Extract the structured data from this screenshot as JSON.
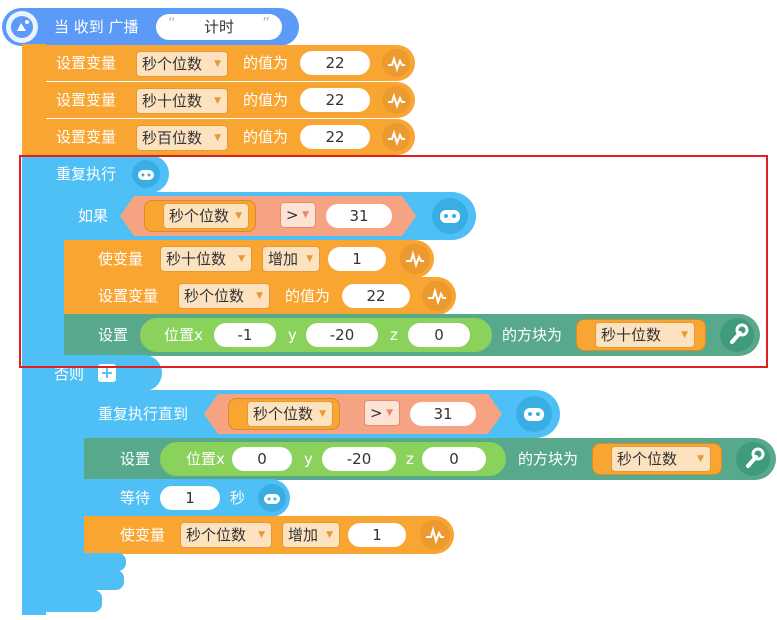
{
  "hat": {
    "label": "当 收到 广播",
    "message": "计时"
  },
  "blocks": {
    "set1": {
      "label": "设置变量",
      "var": "秒个位数",
      "mid": "的值为",
      "value": "22"
    },
    "set2": {
      "label": "设置变量",
      "var": "秒十位数",
      "mid": "的值为",
      "value": "22"
    },
    "set3": {
      "label": "设置变量",
      "var": "秒百位数",
      "mid": "的值为",
      "value": "22"
    }
  },
  "loop": {
    "label": "重复执行"
  },
  "if_block": {
    "label": "如果",
    "var": "秒个位数",
    "op": ">",
    "value": "31",
    "change": {
      "label": "使变量",
      "var": "秒十位数",
      "op": "增加",
      "value": "1"
    },
    "set": {
      "label": "设置变量",
      "var": "秒个位数",
      "mid": "的值为",
      "value": "22"
    },
    "pos": {
      "label": "设置",
      "pos_label": "位置x",
      "x": "-1",
      "y_label": "y",
      "y": "-20",
      "z_label": "z",
      "z": "0",
      "tail": "的方块为",
      "var": "秒十位数"
    }
  },
  "else_block": {
    "label": "否则",
    "until": {
      "label": "重复执行直到",
      "var": "秒个位数",
      "op": ">",
      "value": "31"
    },
    "pos": {
      "label": "设置",
      "pos_label": "位置x",
      "x": "0",
      "y_label": "y",
      "y": "-20",
      "z_label": "z",
      "z": "0",
      "tail": "的方块为",
      "var": "秒个位数"
    },
    "wait": {
      "label": "等待",
      "value": "1",
      "unit": "秒"
    },
    "change": {
      "label": "使变量",
      "var": "秒个位数",
      "op": "增加",
      "value": "1"
    }
  },
  "colors": {
    "event": "#5b9bf7",
    "control": "#4fc0f5",
    "variable": "#f8a532",
    "motion": "#58a98c",
    "operator": "#f6a384",
    "highlight": "#e02020"
  }
}
